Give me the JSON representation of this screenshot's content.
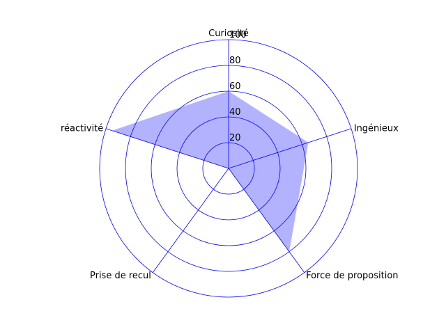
{
  "chart_data": {
    "type": "radar",
    "axes": [
      "Curiosité",
      "Ingénieux",
      "Force de proposition",
      "Prise de recul",
      "réactivité"
    ],
    "series": [
      {
        "values": [
          60,
          65,
          80,
          0,
          95
        ]
      }
    ],
    "radial_ticks": [
      "20",
      "40",
      "60",
      "80",
      "100"
    ],
    "rlim": [
      0,
      100
    ],
    "grid": true,
    "colors": {
      "grid": "#0000ff",
      "fill": "#0000ff",
      "fill_opacity": 0.3
    }
  }
}
